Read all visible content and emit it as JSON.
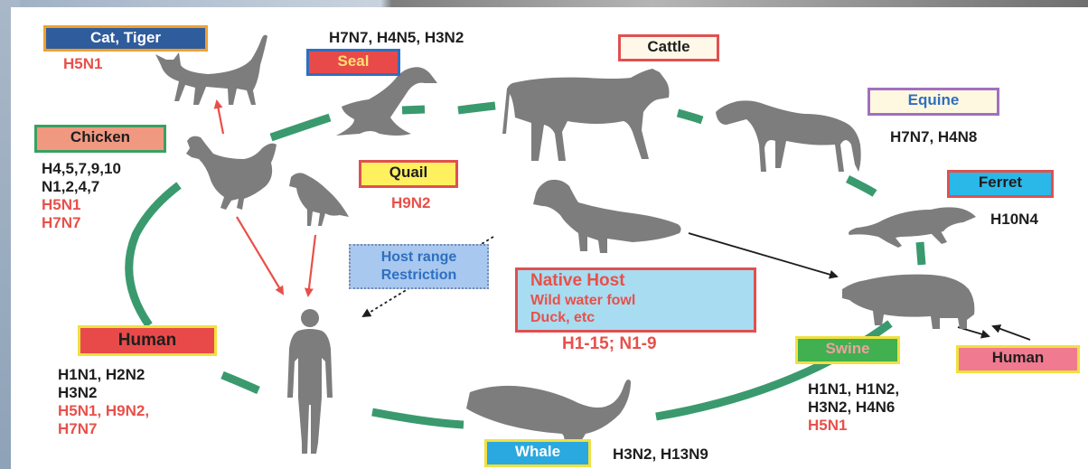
{
  "hosts": {
    "cat_tiger": {
      "label": "Cat, Tiger",
      "red": [
        "H5N1"
      ],
      "black": []
    },
    "seal": {
      "label": "Seal",
      "black": [
        "H7N7, H4N5, H3N2"
      ],
      "red": []
    },
    "cattle": {
      "label": "Cattle",
      "black": [],
      "red": []
    },
    "equine": {
      "label": "Equine",
      "black": [
        "H7N7, H4N8"
      ],
      "red": []
    },
    "ferret": {
      "label": "Ferret",
      "black": [
        "H10N4"
      ],
      "red": []
    },
    "chicken": {
      "label": "Chicken",
      "black": [
        "H4,5,7,9,10",
        "N1,2,4,7"
      ],
      "red": [
        "H5N1",
        "H7N7"
      ]
    },
    "quail": {
      "label": "Quail",
      "black": [],
      "red": [
        "H9N2"
      ]
    },
    "human_left": {
      "label": "Human",
      "black": [
        "H1N1, H2N2",
        "H3N2"
      ],
      "red": [
        "H5N1, H9N2,",
        "H7N7"
      ]
    },
    "swine": {
      "label": "Swine",
      "black": [
        "H1N1, H1N2,",
        "H3N2, H4N6"
      ],
      "red": [
        "H5N1"
      ]
    },
    "human_right": {
      "label": "Human",
      "black": [],
      "red": []
    },
    "whale": {
      "label": "Whale",
      "black": [
        "H3N2, H13N9"
      ],
      "red": []
    }
  },
  "host_range": {
    "line1": "Host range",
    "line2": "Restriction"
  },
  "native_host": {
    "title": "Native Host",
    "line1": "Wild water fowl",
    "line2": "Duck, etc",
    "subtypes": "H1-15; N1-9"
  },
  "colors": {
    "cycle_green": "#3a9a6e",
    "arrow_red": "#e8504a",
    "subtype_red": "#e8504a",
    "silhouette_gray": "#7d7d7d"
  }
}
